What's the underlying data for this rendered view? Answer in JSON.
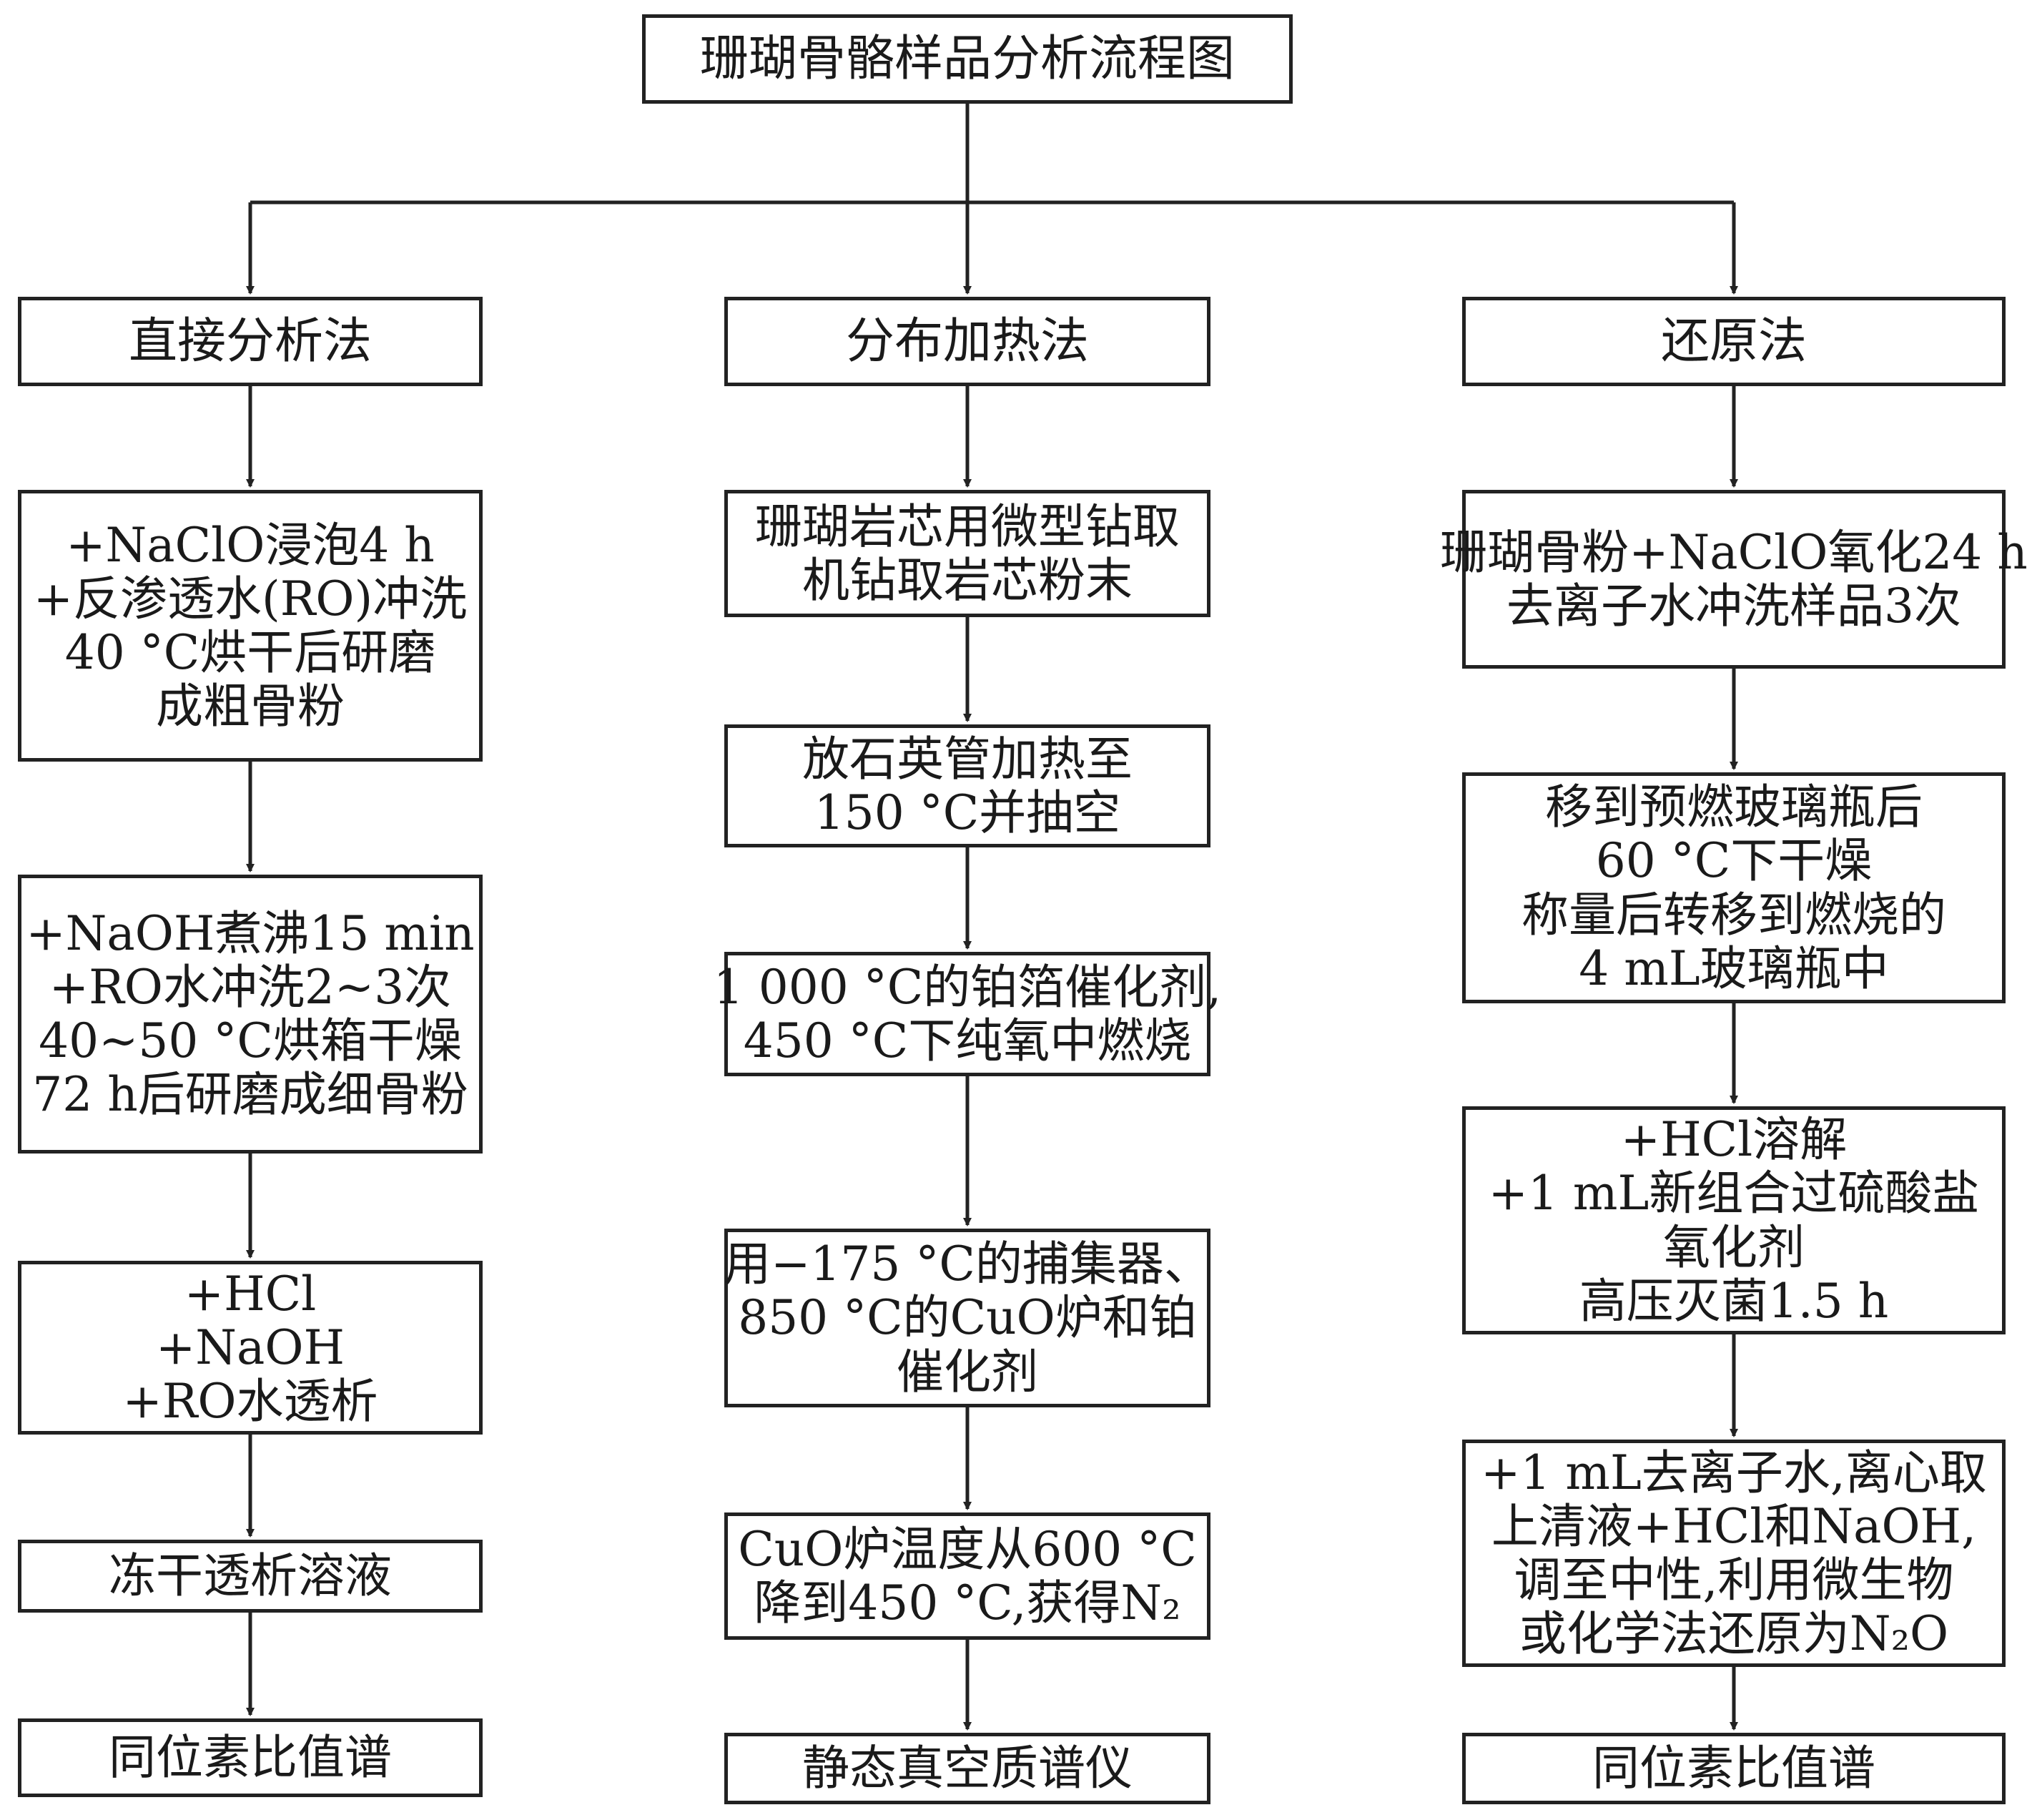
{
  "title": "珊瑚骨骼样品分析流程图",
  "columns": [
    {
      "header": "直接分析法",
      "steps": [
        [
          "+NaClO浸泡4 h",
          "+反渗透水(RO)冲洗",
          "40 °C烘干后研磨",
          "成粗骨粉"
        ],
        [
          "+NaOH煮沸15 min",
          "+RO水冲洗2~3次",
          "40~50 °C烘箱干燥",
          "72 h后研磨成细骨粉"
        ],
        [
          "+HCl",
          "+NaOH",
          "+RO水透析"
        ],
        [
          "冻干透析溶液"
        ],
        [
          "同位素比值谱"
        ]
      ]
    },
    {
      "header": "分布加热法",
      "steps": [
        [
          "珊瑚岩芯用微型钻取",
          "机钻取岩芯粉末"
        ],
        [
          "放石英管加热至",
          "150 °C并抽空"
        ],
        [
          "1 000 °C的铂箔催化剂,",
          "450 °C下纯氧中燃烧"
        ],
        [
          "用−175 °C的捕集器、",
          "850 °C的CuO炉和铂",
          "催化剂"
        ],
        [
          "CuO炉温度从600 °C",
          "降到450 °C,获得N₂"
        ],
        [
          "静态真空质谱仪"
        ]
      ]
    },
    {
      "header": "还原法",
      "steps": [
        [
          "珊瑚骨粉+NaClO氧化24 h",
          "去离子水冲洗样品3次"
        ],
        [
          "移到预燃玻璃瓶后",
          "60 °C下干燥",
          "称量后转移到燃烧的",
          "4 mL玻璃瓶中"
        ],
        [
          "+HCl溶解",
          "+1 mL新组合过硫酸盐",
          "氧化剂",
          "高压灭菌1.5 h"
        ],
        [
          "+1 mL去离子水,离心取",
          "上清液+HCl和NaOH,",
          "调至中性,利用微生物",
          "或化学法还原为N₂O"
        ],
        [
          "同位素比值谱"
        ]
      ]
    }
  ]
}
